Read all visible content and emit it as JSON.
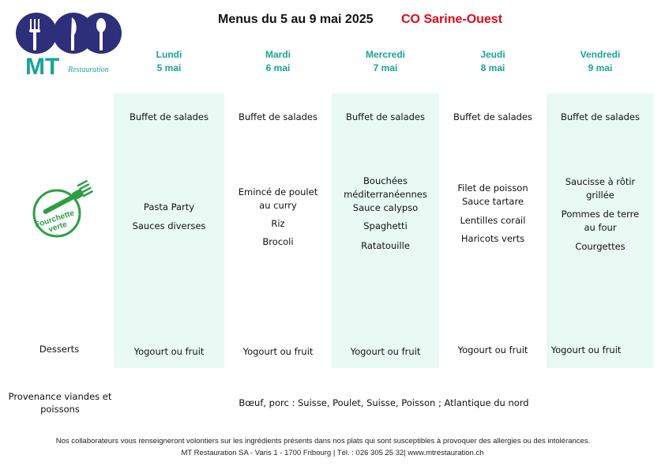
{
  "header": {
    "title": "Menus du 5 au 9 mai 2025",
    "site": "CO Sarine-Ouest",
    "logo_text": "MT",
    "logo_subtext": "Restauration"
  },
  "badge": {
    "line1": "Fourchette",
    "line2": "verte"
  },
  "days": [
    {
      "name": "Lundi",
      "date": "5 mai",
      "salad": "Buffet de salades",
      "main": [
        "Pasta Party",
        "Sauces diverses"
      ],
      "dessert": "Yogourt ou fruit"
    },
    {
      "name": "Mardi",
      "date": "6 mai",
      "salad": "Buffet de salades",
      "main": [
        "Emincé de poulet",
        "au curry",
        "Riz",
        "Brocoli"
      ],
      "dessert": "Yogourt ou fruit"
    },
    {
      "name": "Mercredi",
      "date": "7 mai",
      "salad": "Buffet de salades",
      "main": [
        "Bouchées",
        "méditerranéennes",
        "Sauce calypso",
        "Spaghetti",
        "Ratatouille"
      ],
      "dessert": "Yogourt ou fruit"
    },
    {
      "name": "Jeudi",
      "date": "8 mai",
      "salad": "Buffet de salades",
      "main": [
        "Filet de poisson",
        "Sauce tartare",
        "Lentilles corail",
        "Haricots verts"
      ],
      "dessert": "Yogourt ou fruit"
    },
    {
      "name": "Vendredi",
      "date": "9 mai",
      "salad": "Buffet de salades",
      "main": [
        "Saucisse à rôtir",
        "grillée",
        "Pommes de terre",
        "au four",
        "Courgettes"
      ],
      "dessert": "Yogourt ou fruit"
    }
  ],
  "rows": {
    "desserts_label": "Desserts",
    "provenance_label_1": "Provenance viandes et",
    "provenance_label_2": "poissons",
    "provenance_text": "Bœuf, porc : Suisse, Poulet, Suisse, Poisson ; Atlantique du nord"
  },
  "footer": {
    "line1": "Nos collaborateurs vous renseigneront volontiers sur les ingrédients présents dans nos plats qui sont susceptibles à provoquer des allergies ou des intolérances.",
    "line2": "MT Restauration SA - Varis 1 - 1700 Fribourg | Tél. : 026 305 25 32| www.mtrestauration.ch"
  },
  "colors": {
    "accent": "#1aa39a",
    "site": "#e30613",
    "column_bg": "#e8faf3",
    "logo_circle": "#2d2f7a"
  }
}
